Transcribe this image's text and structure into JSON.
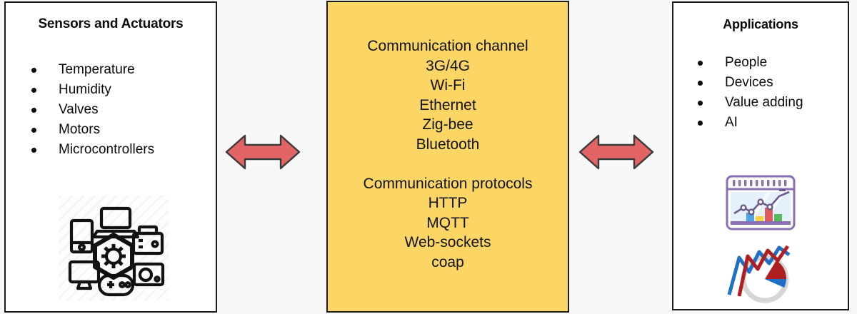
{
  "diagram": {
    "background_color": "#f8f8f8",
    "panels": {
      "sensors": {
        "title": "Sensors and Actuators",
        "border_color": "#1a1a1a",
        "background_color": "#ffffff",
        "items": [
          "Temperature",
          "Humidity",
          "Valves",
          "Motors",
          "Microcontrollers"
        ],
        "image_name": "iot-device-cluster-icon"
      },
      "communication": {
        "background_color": "#fbd664",
        "border_color": "#1a1a1a",
        "channel": {
          "heading": "Communication channel",
          "items": [
            "3G/4G",
            "Wi-Fi",
            "Ethernet",
            "Zig-bee",
            "Bluetooth"
          ]
        },
        "protocols": {
          "heading": "Communication protocols",
          "items": [
            "HTTP",
            "MQTT",
            "Web-sockets",
            "coap"
          ]
        }
      },
      "applications": {
        "title": "Applications",
        "border_color": "#1a1a1a",
        "background_color": "#ffffff",
        "items": [
          "People",
          "Devices",
          "Value adding",
          "AI"
        ],
        "image_names": [
          "analytics-dashboard-icon",
          "pie-chart-line-icon"
        ]
      }
    },
    "arrows": [
      {
        "name": "arrow-sensors-to-communication",
        "direction": "double",
        "fill_color": "#e26464",
        "stroke_color": "#3a3a3a"
      },
      {
        "name": "arrow-communication-to-applications",
        "direction": "double",
        "fill_color": "#e26464",
        "stroke_color": "#3a3a3a"
      }
    ]
  }
}
